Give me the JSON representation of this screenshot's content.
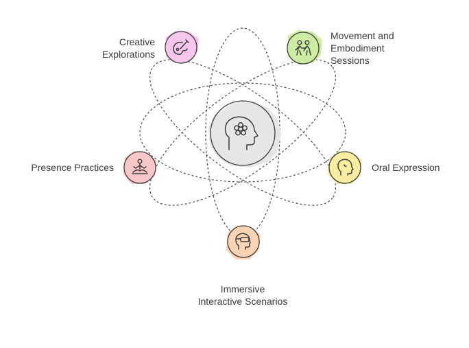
{
  "diagram": {
    "center": {
      "icon": "head-flower-icon"
    },
    "nodes": [
      {
        "id": "creative",
        "lines": [
          "Creative",
          "Explorations"
        ],
        "icon": "palette-brush-icon",
        "color": "#f7c6ec"
      },
      {
        "id": "movement",
        "lines": [
          "Movement and",
          "Embodiment",
          "Sessions"
        ],
        "icon": "two-people-icon",
        "color": "#cdeea2"
      },
      {
        "id": "presence",
        "lines": [
          "Presence Practices"
        ],
        "icon": "meditation-icon",
        "color": "#f8c8c8"
      },
      {
        "id": "oral",
        "lines": [
          "Oral Expression"
        ],
        "icon": "speaking-head-icon",
        "color": "#f8eca0"
      },
      {
        "id": "immersive",
        "lines": [
          "Immersive",
          "Interactive Scenarios"
        ],
        "icon": "vr-headset-icon",
        "color": "#fcd4b4"
      }
    ]
  }
}
